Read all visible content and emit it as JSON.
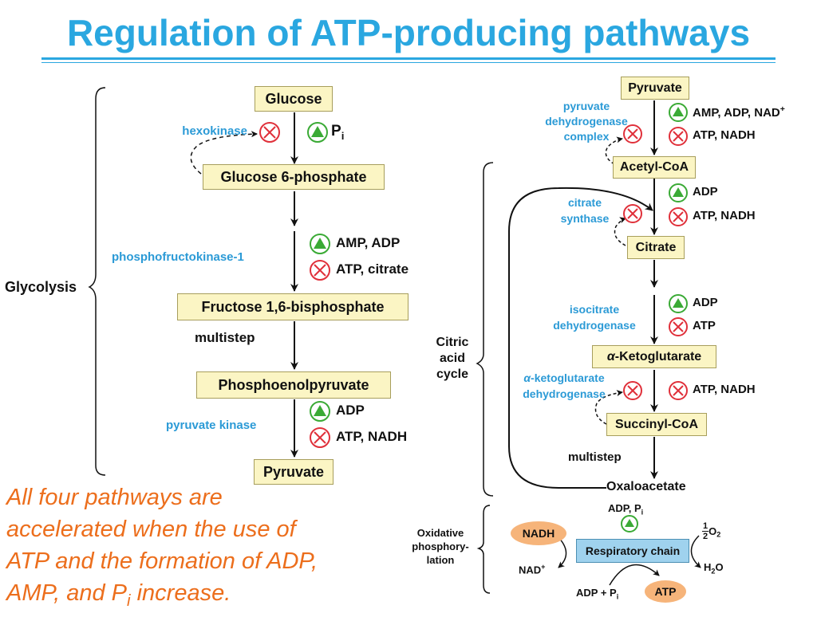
{
  "title": "Regulation of ATP-producing pathways",
  "glycolysis": {
    "bracket_label": "Glycolysis",
    "nodes": {
      "glucose": "Glucose",
      "g6p": "Glucose 6-phosphate",
      "f16bp": "Fructose 1,6-bisphosphate",
      "pep": "Phosphoenolpyruvate",
      "pyruvate": "Pyruvate"
    },
    "enzymes": {
      "hexokinase": "hexokinase",
      "pfk1": "phosphofructokinase-1",
      "pyruvate_kinase": "pyruvate kinase"
    },
    "multistep": "multistep",
    "regulators": {
      "hexokinase_activator": "P",
      "hexokinase_activator_sub": "i",
      "pfk1_activators": "AMP, ADP",
      "pfk1_inhibitors": "ATP, citrate",
      "pk_activators": "ADP",
      "pk_inhibitors": "ATP, NADH"
    }
  },
  "pdh": {
    "node_pyruvate": "Pyruvate",
    "enzyme_line1": "pyruvate",
    "enzyme_line2": "dehydrogenase",
    "enzyme_line3": "complex",
    "activators": "AMP, ADP, NAD",
    "activators_sup": "+",
    "inhibitors": "ATP, NADH",
    "node_acetyl_coa": "Acetyl-CoA"
  },
  "citric_acid_cycle": {
    "bracket_line1": "Citric",
    "bracket_line2": "acid",
    "bracket_line3": "cycle",
    "citrate_synthase_line1": "citrate",
    "citrate_synthase_line2": "synthase",
    "cs_activators": "ADP",
    "cs_inhibitors": "ATP, NADH",
    "node_citrate": "Citrate",
    "idh_line1": "isocitrate",
    "idh_line2": "dehydrogenase",
    "idh_activators": "ADP",
    "idh_inhibitors": "ATP",
    "node_akg_greek": "α",
    "node_akg_rest": "-Ketoglutarate",
    "akgdh_greek": "α",
    "akgdh_line1_rest": "-ketoglutarate",
    "akgdh_line2": "dehydrogenase",
    "akgdh_inhibitors": "ATP, NADH",
    "node_succinyl_coa": "Succinyl-CoA",
    "multistep": "multistep",
    "node_oxaloacetate": "Oxaloacetate"
  },
  "oxidative_phosphorylation": {
    "label_line1": "Oxidative",
    "label_line2": "phosphory-",
    "label_line3": "lation",
    "activator_text": "ADP, P",
    "activator_sub": "i",
    "nadh": "NADH",
    "nad_plus": "NAD",
    "nad_plus_sup": "+",
    "respiratory_chain": "Respiratory chain",
    "half_num": "1",
    "half_den": "2",
    "o2": "O",
    "o2_sub": "2",
    "h2o_h": "H",
    "h2o_sub": "2",
    "h2o_o": "O",
    "adp_pi_bottom": "ADP + P",
    "adp_pi_bottom_sub": "i",
    "atp": "ATP"
  },
  "note": {
    "line1": "All four pathways are",
    "line2": "accelerated when the use of",
    "line3": "ATP and the formation of ADP,",
    "line4_pre": "AMP, and P",
    "line4_sub": "i",
    "line4_post": " increase."
  },
  "colors": {
    "title": "#2aa7e0",
    "enzyme": "#2b9ad6",
    "activator": "#3aaa35",
    "inhibitor": "#e0303a",
    "node_fill": "#fbf5c4",
    "note": "#ec6e1c",
    "oval": "#f6b47a",
    "respiratory_chain": "#9fd2ee"
  },
  "icons": {
    "activator": "green-triangle-in-circle",
    "inhibitor": "red-x-in-circle"
  }
}
